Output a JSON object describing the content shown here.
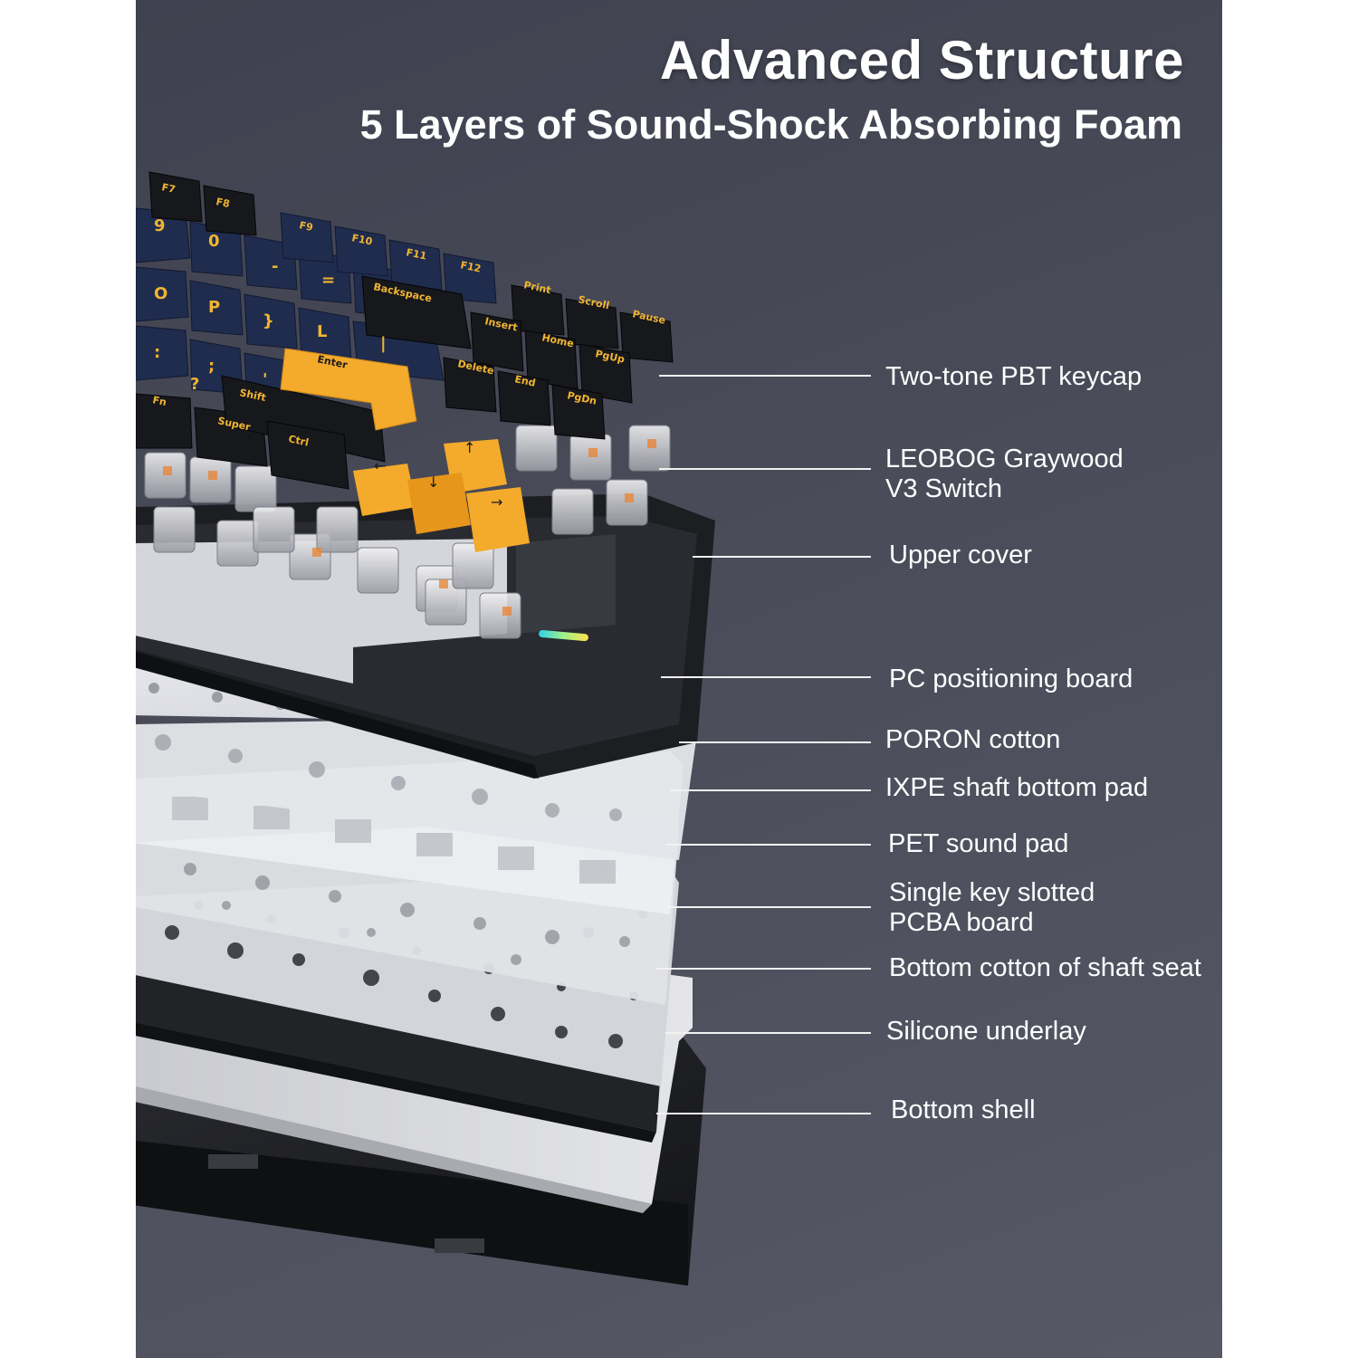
{
  "header": {
    "title": "Advanced Structure",
    "subtitle": "5 Layers of Sound-Shock Absorbing Foam"
  },
  "layers": [
    {
      "id": "keycap",
      "label": "Two-tone PBT keycap"
    },
    {
      "id": "switch",
      "label_line1": "LEOBOG Graywood",
      "label_line2": "V3 Switch"
    },
    {
      "id": "upper-cover",
      "label": "Upper cover"
    },
    {
      "id": "pc-board",
      "label": "PC positioning board"
    },
    {
      "id": "poron",
      "label": "PORON cotton"
    },
    {
      "id": "ixpe",
      "label": "IXPE shaft bottom pad"
    },
    {
      "id": "pet",
      "label": "PET sound pad"
    },
    {
      "id": "pcba",
      "label_line1": "Single key slotted",
      "label_line2": "PCBA board"
    },
    {
      "id": "shaft-seat",
      "label": "Bottom cotton of shaft seat"
    },
    {
      "id": "silicone",
      "label": "Silicone underlay"
    },
    {
      "id": "bottom-shell",
      "label": "Bottom shell"
    }
  ],
  "keycaps": {
    "row1": [
      "F7",
      "F8"
    ],
    "row2": [
      "F9",
      "F10",
      "F11",
      "F12"
    ],
    "nav1": [
      "Print",
      "Scroll",
      "Pause"
    ],
    "nav2": [
      "Insert",
      "Home",
      "PgUp"
    ],
    "nav3": [
      "Delete",
      "End",
      "PgDn"
    ],
    "alpha": [
      "(",
      "9",
      ")",
      "0",
      "_",
      "-",
      "+",
      "=",
      "O",
      "P",
      "{",
      "[",
      "}",
      "]",
      "L",
      ":",
      ";",
      "\"",
      "'",
      "?",
      "/",
      "|",
      "\\"
    ],
    "wide": [
      "Backspace",
      "Enter",
      "Shift",
      "Fn",
      "Super",
      "Ctrl"
    ]
  },
  "colors": {
    "background": "#4a4c59",
    "keycap_navy": "#1f2c4e",
    "keycap_black": "#17181c",
    "keycap_yellow": "#f4aa2b",
    "legend_yellow": "#f2b531",
    "plate_light": "#dcdde2",
    "shell_dark": "#1c1d21"
  }
}
